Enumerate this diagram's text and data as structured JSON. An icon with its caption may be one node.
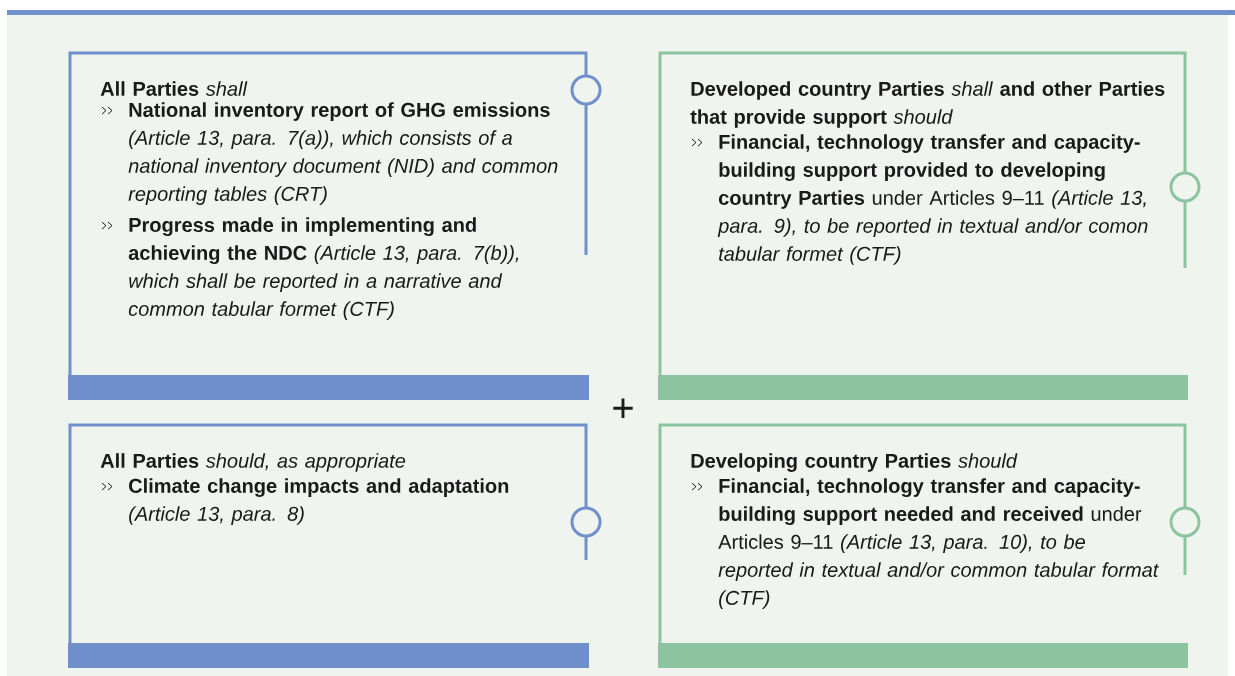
{
  "diagram": {
    "nodes": [
      {
        "text": [
          "**All Parties** *shall*",
          "**National inventory report of GHG emissions** *(Article 13, para. 7(a)), which consists of a national inventory document (NID) and common reporting tables (CRT)*",
          "**Progress made in implementing and achieving the NDC** *(Article 13, para. 7(b)), which shall be reported in a narrative and common tabular formet (CTF)*"
        ]
      },
      {
        "text": [
          "**Developed country Parties** *shall* **and other Parties that provide support** *should*",
          "**Financial, technology transfer and capacity-building support provided to developing country Parties** under Articles 9–11 *(Article 13, para. 9), to be reported in textual and/or comon tabular formet (CTF)*"
        ]
      },
      {
        "text": [
          "**All Parties** *should, as appropriate*",
          "**Climate change impacts and adaptation** *(Article 13, para. 8)*"
        ]
      },
      {
        "text": [
          "**Developing country Parties** *should*",
          "**Financial, technology transfer and capacity-building support needed and received** under Articles 9–11 *(Article 13, para. 10), to be reported in textual and/or common tabular format (CTF)*"
        ]
      }
    ],
    "labels": [
      "+"
    ]
  }
}
